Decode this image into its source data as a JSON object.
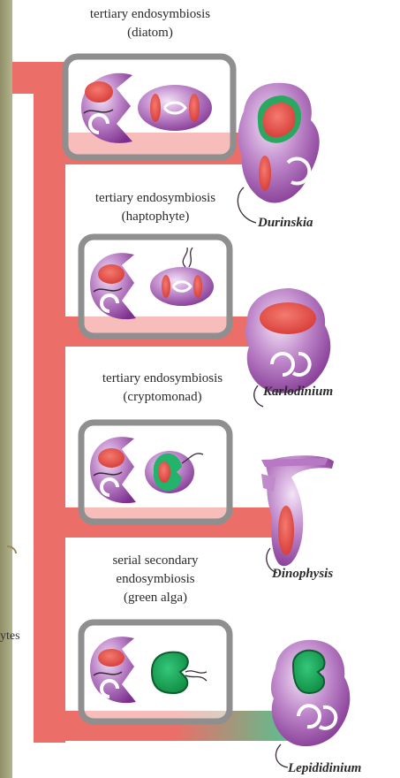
{
  "labels": {
    "diatom": [
      "tertiary endosymbiosis",
      "(diatom)"
    ],
    "haptophyte": [
      "tertiary endosymbiosis",
      "(haptophyte)"
    ],
    "cryptomonad": [
      "tertiary endosymbiosis",
      "(cryptomonad)"
    ],
    "green": [
      "serial secondary",
      "endosymbiosis",
      "(green alga)"
    ]
  },
  "species": {
    "durinskia": "Durinskia",
    "karlodinium": "Karlodinium",
    "dinophysis": "Dinophysis",
    "lepididinium": "Lepididinium"
  },
  "side_text": "ytes",
  "colors": {
    "page_bg_left": "#a9aa80",
    "lineage_red": "#ec6e68",
    "lineage_green": "#59c08f",
    "cell_purple": "#9a4aa6",
    "cell_light": "#e4c7ee",
    "plastid_red": "#e8524a",
    "plastid_green": "#1aa85a",
    "box_gray": "#8f8f8f"
  }
}
